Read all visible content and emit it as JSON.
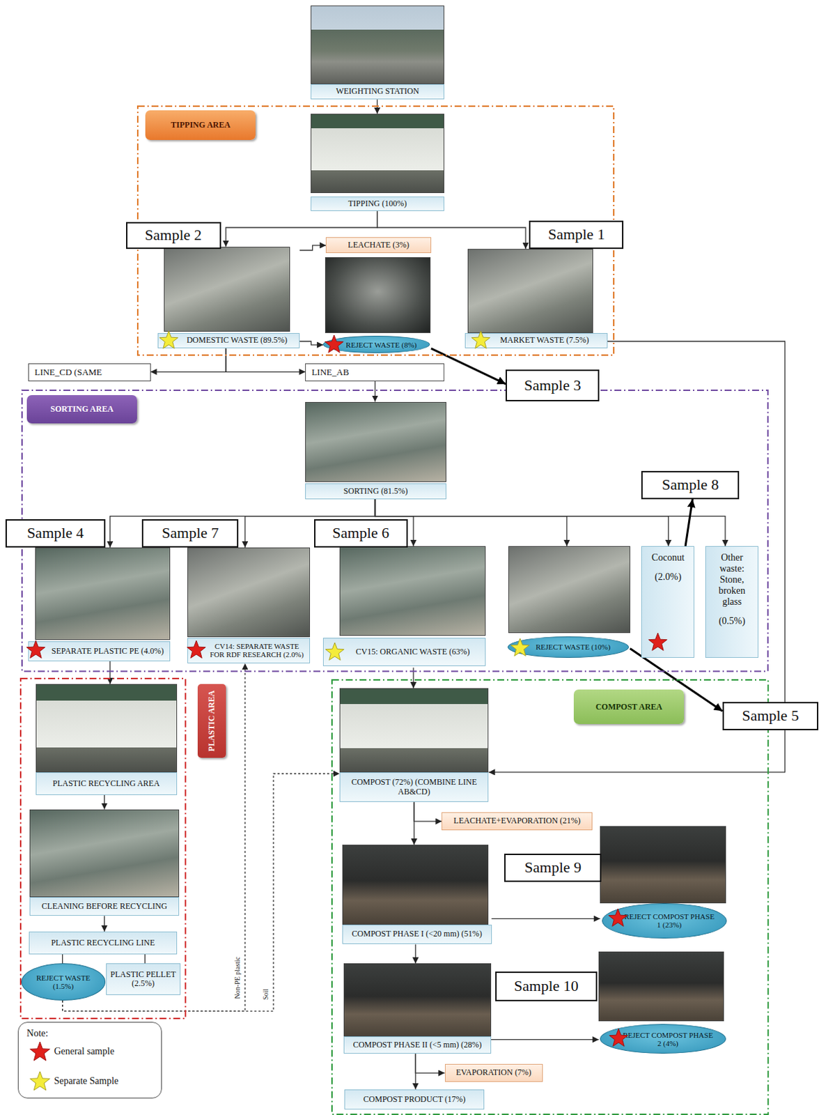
{
  "diagram": {
    "nodes": [
      {
        "text": [
          "WEIGHTING STATION"
        ]
      },
      {
        "text": [
          "TIPPING AREA"
        ]
      },
      {
        "text": [
          "TIPPING (100%)"
        ],
        "in": 1
      },
      {
        "text": [
          "LEACHATE (3%)"
        ],
        "in": 1
      },
      {
        "text": [
          "DOMESTIC WASTE (89.5%)"
        ],
        "in": 1
      },
      {
        "text": [
          "REJECT WASTE (8%)"
        ],
        "in": 1
      },
      {
        "text": [
          "MARKET WASTE (7.5%)"
        ],
        "in": 1
      },
      {
        "text": [
          "LINE_CD (SAME"
        ]
      },
      {
        "text": [
          "LINE_AB"
        ]
      },
      {
        "text": [
          "SORTING AREA"
        ]
      },
      {
        "text": [
          "SORTING (81.5%)"
        ],
        "in": 9
      },
      {
        "text": [
          "SEPARATE PLASTIC PE (4.0%)"
        ],
        "in": 9
      },
      {
        "text": [
          "CV14: SEPARATE WASTE FOR RDF RESEARCH (2.0%)"
        ],
        "in": 9
      },
      {
        "text": [
          "CV15: ORGANIC WASTE (63%)"
        ],
        "in": 9
      },
      {
        "text": [
          "REJECT WASTE (10%)"
        ],
        "in": 9
      },
      {
        "text": [
          "Coconut",
          "(2.0%)"
        ],
        "in": 9
      },
      {
        "text": [
          "Other waste: Stone, broken glass",
          "(0.5%)"
        ],
        "in": 9
      },
      {
        "text": [
          "PLASTIC AREA"
        ]
      },
      {
        "text": [
          "PLASTIC RECYCLING AREA"
        ],
        "in": 17
      },
      {
        "text": [
          "CLEANING BEFORE RECYCLING"
        ],
        "in": 17
      },
      {
        "text": [
          "PLASTIC RECYCLING LINE"
        ],
        "in": 17
      },
      {
        "text": [
          "REJECT WASTE (1.5%)"
        ],
        "in": 17
      },
      {
        "text": [
          "PLASTIC PELLET (2.5%)"
        ],
        "in": 17
      },
      {
        "text": [
          "COMPOST AREA"
        ]
      },
      {
        "text": [
          "COMPOST (72%) (COMBINE LINE AB&CD)"
        ],
        "in": 23
      },
      {
        "text": [
          "LEACHATE+EVAPORATION (21%)"
        ],
        "in": 23
      },
      {
        "text": [
          "COMPOST PHASE I (<20 mm) (51%)"
        ],
        "in": 23
      },
      {
        "text": [
          "REJECT COMPOST PHASE 1 (23%)"
        ],
        "in": 23
      },
      {
        "text": [
          "COMPOST PHASE II (<5 mm) (28%)"
        ],
        "in": 23
      },
      {
        "text": [
          "REJECT COMPOST PHASE 2 (4%)"
        ],
        "in": 23
      },
      {
        "text": [
          "EVAPORATION (7%)"
        ],
        "in": 23
      },
      {
        "text": [
          "COMPOST PRODUCT (17%)"
        ],
        "in": 23
      },
      {
        "text": [
          "Sample 1"
        ]
      },
      {
        "text": [
          "Sample 2"
        ]
      },
      {
        "text": [
          "Sample 3"
        ]
      },
      {
        "text": [
          "Sample 4"
        ]
      },
      {
        "text": [
          "Sample 5"
        ]
      },
      {
        "text": [
          "Sample 6"
        ]
      },
      {
        "text": [
          "Sample 7"
        ]
      },
      {
        "text": [
          "Sample 8"
        ]
      },
      {
        "text": [
          "Sample 9"
        ]
      },
      {
        "text": [
          "Sample 10"
        ]
      }
    ],
    "edges": [
      {
        "from": 0,
        "to": 2,
        "arrow": "to"
      },
      {
        "from": 2,
        "to": 4,
        "arrow": "to"
      },
      {
        "from": 2,
        "to": 6,
        "arrow": "to"
      },
      {
        "from": 4,
        "to": 3,
        "arrow": "to"
      },
      {
        "from": 4,
        "to": 5,
        "arrow": "to"
      },
      {
        "from": 4,
        "to": 7,
        "arrow": "to"
      },
      {
        "from": 4,
        "to": 8,
        "arrow": "to"
      },
      {
        "from": 5,
        "to": 34,
        "arrow": "to"
      },
      {
        "from": 6,
        "to": 24,
        "arrow": "to"
      },
      {
        "from": 8,
        "to": 10,
        "arrow": "to"
      },
      {
        "from": 10,
        "to": 11,
        "arrow": "to"
      },
      {
        "from": 10,
        "to": 12,
        "arrow": "to"
      },
      {
        "from": 10,
        "to": 13,
        "arrow": "to"
      },
      {
        "from": 10,
        "to": 14,
        "arrow": "to"
      },
      {
        "from": 10,
        "to": 15,
        "arrow": "to"
      },
      {
        "from": 10,
        "to": 16,
        "arrow": "to"
      },
      {
        "from": 15,
        "to": 39,
        "arrow": "to"
      },
      {
        "from": 14,
        "to": 36,
        "arrow": "to"
      },
      {
        "from": 11,
        "to": 18,
        "arrow": "to"
      },
      {
        "from": 13,
        "to": 24,
        "arrow": "to"
      },
      {
        "from": 18,
        "to": 19,
        "arrow": "to"
      },
      {
        "from": 19,
        "to": 20,
        "arrow": "to"
      },
      {
        "from": 20,
        "to": 21,
        "arrow": "none"
      },
      {
        "from": 20,
        "to": 22,
        "arrow": "none"
      },
      {
        "from": 21,
        "to": 12,
        "arrow": "to",
        "label": "Non-PE plastic"
      },
      {
        "from": 21,
        "to": 24,
        "arrow": "to",
        "label": "Soil"
      },
      {
        "from": 24,
        "to": 25,
        "arrow": "to"
      },
      {
        "from": 24,
        "to": 26,
        "arrow": "to"
      },
      {
        "from": 26,
        "to": 27,
        "arrow": "to"
      },
      {
        "from": 26,
        "to": 28,
        "arrow": "to"
      },
      {
        "from": 28,
        "to": 29,
        "arrow": "to"
      },
      {
        "from": 28,
        "to": 30,
        "arrow": "to"
      },
      {
        "from": 28,
        "to": 31,
        "arrow": "to"
      }
    ],
    "labels": [
      "Note:"
    ],
    "legend": [
      {
        "text": "General sample"
      },
      {
        "text": "Separate Sample"
      }
    ]
  }
}
